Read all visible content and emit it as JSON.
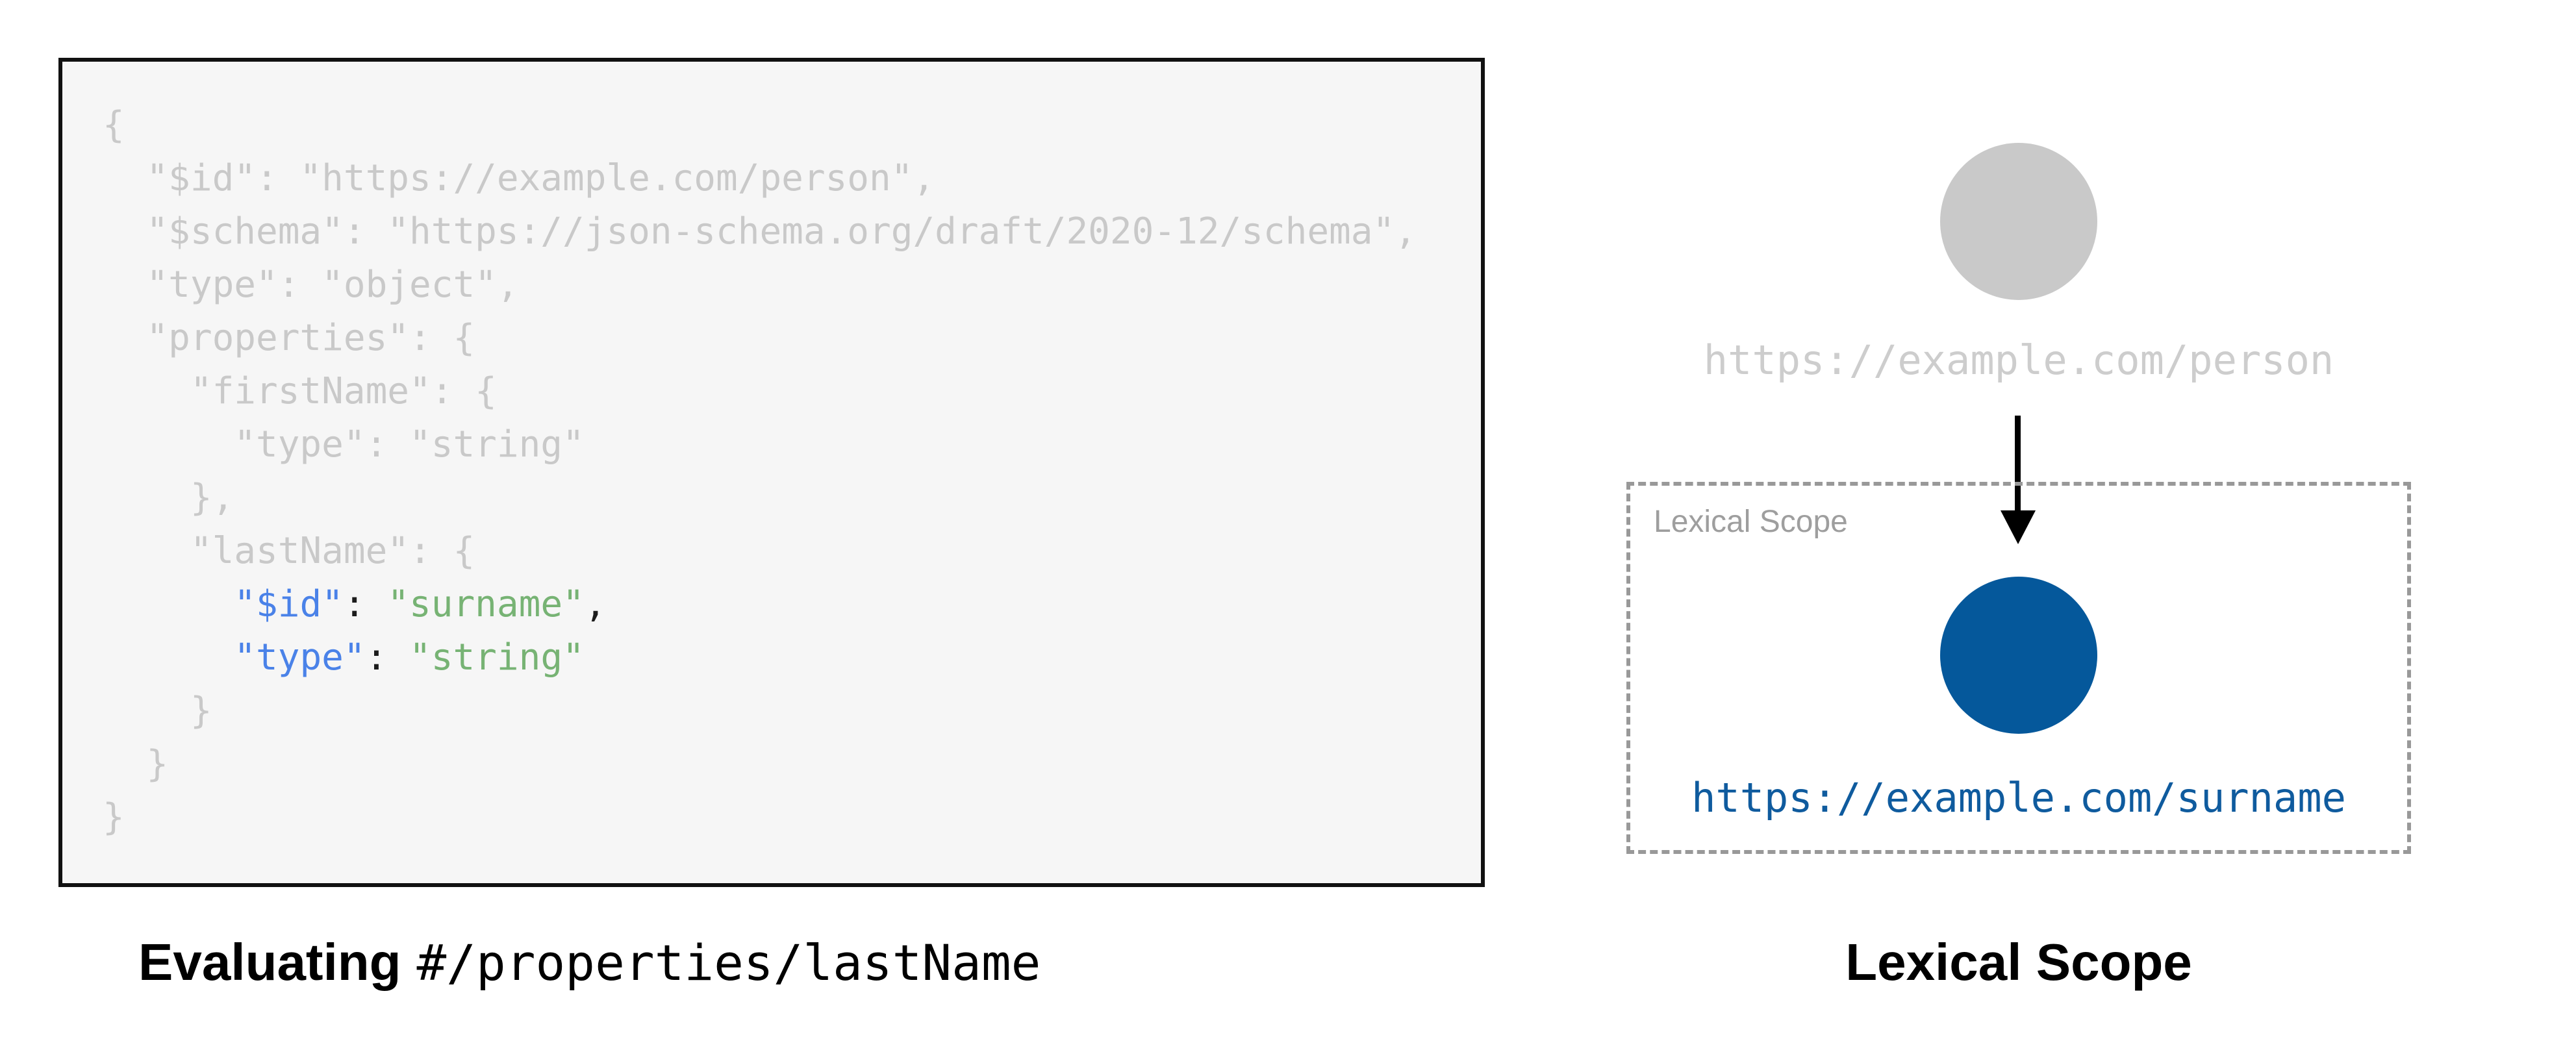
{
  "colors": {
    "page-bg": "#ffffff",
    "code-bg": "#f6f6f6",
    "code-border": "#111111",
    "code-muted": "#c9c9c9",
    "code-key": "#4a82e8",
    "code-str": "#77b374",
    "code-punct": "#1c1c1c",
    "caption-color": "#000000",
    "node-gray": "#c9c9c9",
    "url-gray": "#cdcdcd",
    "node-blue": "#05589b",
    "url-blue": "#0f5b9e",
    "scope-border": "#999999",
    "scope-label": "#9e9e9e",
    "arrow": "#000000"
  },
  "left_panel": {
    "caption": {
      "bold": "Evaluating",
      "mono": "#/properties/lastName"
    },
    "code": {
      "lines": [
        [
          {
            "t": "{",
            "s": "muted"
          }
        ],
        [
          {
            "t": "  \"$id\": \"https://example.com/person\",",
            "s": "muted"
          }
        ],
        [
          {
            "t": "  \"$schema\": \"https://json-schema.org/draft/2020-12/schema\",",
            "s": "muted"
          }
        ],
        [
          {
            "t": "  \"type\": \"object\",",
            "s": "muted"
          }
        ],
        [
          {
            "t": "  \"properties\": {",
            "s": "muted"
          }
        ],
        [
          {
            "t": "    \"firstName\": {",
            "s": "muted"
          }
        ],
        [
          {
            "t": "      \"type\": \"string\"",
            "s": "muted"
          }
        ],
        [
          {
            "t": "    },",
            "s": "muted"
          }
        ],
        [
          {
            "t": "    \"lastName\": {",
            "s": "muted"
          }
        ],
        [
          {
            "t": "      ",
            "s": "muted"
          },
          {
            "t": "\"$id\"",
            "s": "key"
          },
          {
            "t": ": ",
            "s": "punct"
          },
          {
            "t": "\"surname\"",
            "s": "str"
          },
          {
            "t": ",",
            "s": "punct"
          }
        ],
        [
          {
            "t": "      ",
            "s": "muted"
          },
          {
            "t": "\"type\"",
            "s": "key"
          },
          {
            "t": ": ",
            "s": "punct"
          },
          {
            "t": "\"string\"",
            "s": "str"
          }
        ],
        [
          {
            "t": "    }",
            "s": "muted"
          }
        ],
        [
          {
            "t": "  }",
            "s": "muted"
          }
        ],
        [
          {
            "t": "}",
            "s": "muted"
          }
        ]
      ]
    }
  },
  "right_panel": {
    "parent_node": {
      "url": "https://example.com/person"
    },
    "scope_box": {
      "label": "Lexical Scope",
      "node_url": "https://example.com/surname"
    },
    "caption": "Lexical Scope"
  }
}
